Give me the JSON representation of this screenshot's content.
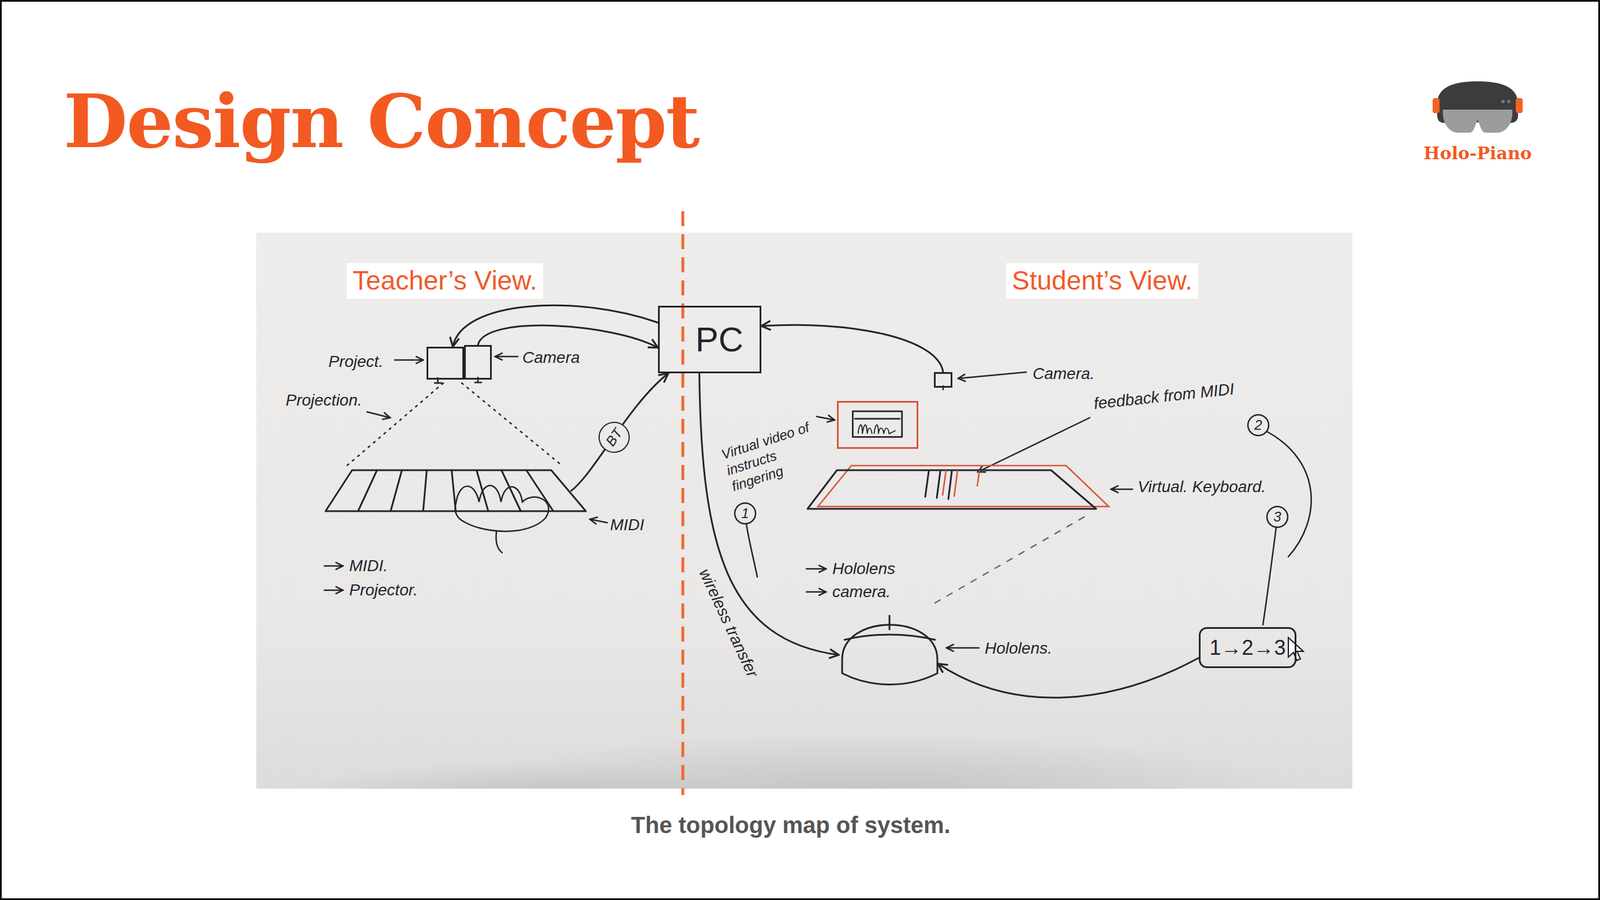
{
  "diagram": {
    "title": "Design Concept",
    "caption": "The topology map of system.",
    "nodes": [
      {
        "text": [
          "PC"
        ]
      },
      {
        "text": [
          "Project."
        ]
      },
      {
        "text": [
          "Camera"
        ]
      },
      {
        "text": [
          "MIDI"
        ]
      },
      {
        "text": [
          "Camera."
        ]
      },
      {
        "text": [
          "Virtual video of instructs fingering"
        ]
      },
      {
        "text": [
          "Virtual. Keyboard."
        ]
      },
      {
        "text": [
          "Hololens."
        ]
      },
      {
        "text": [
          "1→2→3"
        ]
      }
    ],
    "edges": [
      {
        "from": 0,
        "to": 1,
        "arrow": "to"
      },
      {
        "from": 2,
        "to": 0,
        "arrow": "to"
      },
      {
        "from": 3,
        "to": 0,
        "label": "BT",
        "arrow": "to"
      },
      {
        "from": 4,
        "to": 0,
        "arrow": "to"
      },
      {
        "from": 0,
        "to": 7,
        "label": "wireless transfer",
        "arrow": "to"
      },
      {
        "from": 8,
        "to": 7,
        "arrow": "to"
      }
    ],
    "labels": [
      "Teacher’s View.",
      "Student’s View.",
      "Holo-Piano",
      "Projection.",
      "MIDI.",
      "Projector.",
      "Hololens",
      "camera.",
      "feedback from MIDI",
      "1",
      "2",
      "3"
    ]
  }
}
